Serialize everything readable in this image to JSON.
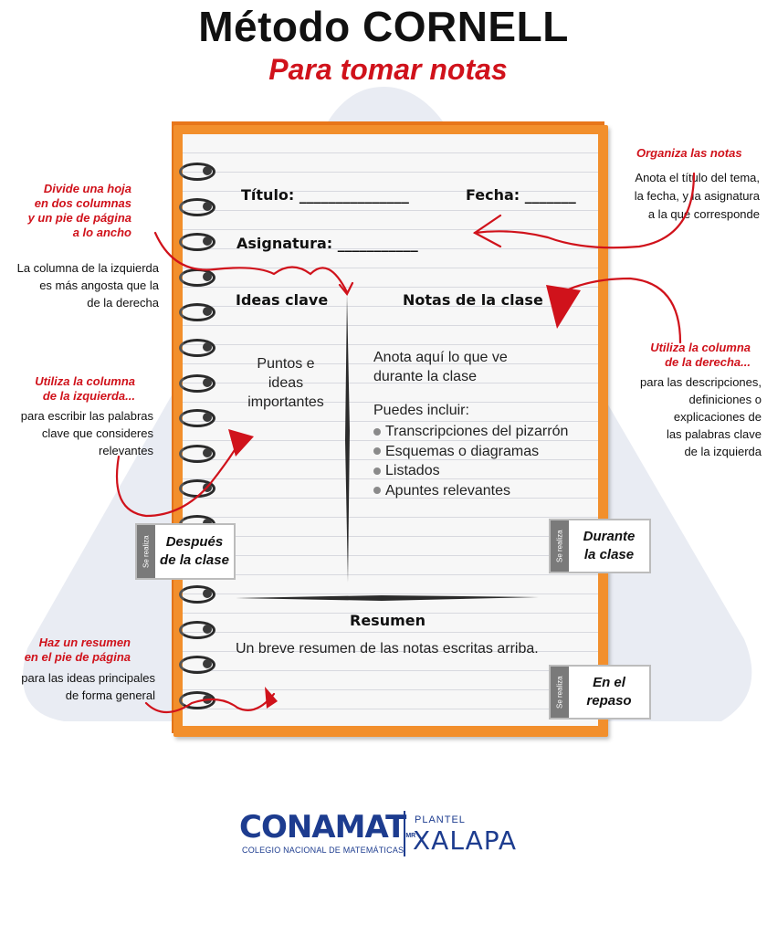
{
  "header": {
    "title": "Método CORNELL",
    "subtitle": "Para tomar notas"
  },
  "notebook": {
    "titulo_label": "Título: _______________",
    "fecha_label": "Fecha: _______",
    "asignatura_label": "Asignatura: ___________",
    "ideas_clave": "Ideas clave",
    "notas_clase": "Notas de la clase",
    "puntos_ideas": [
      "Puntos e",
      "ideas",
      "importantes"
    ],
    "anota_lines": [
      "Anota aquí lo que ve",
      "durante la clase"
    ],
    "puedes_incluir": "Puedes incluir:",
    "bullets": [
      "Transcripciones del pizarrón",
      "Esquemas o diagramas",
      "Listados",
      "Apuntes relevantes"
    ],
    "resumen": "Resumen",
    "resumen_text": "Un breve resumen de las notas escritas arriba."
  },
  "badges": {
    "tag": "Se realiza",
    "despues": [
      "Después",
      "de la clase"
    ],
    "durante": [
      "Durante",
      "la clase"
    ],
    "repaso": [
      "En el",
      "repaso"
    ]
  },
  "annotations": {
    "organiza_title": "Organiza las notas",
    "organiza_body": [
      "Anota el título del tema,",
      "la fecha, y la asignatura",
      "a la que corresponde"
    ],
    "divide_title": [
      "Divide una hoja",
      "en dos columnas",
      "y un pie de página",
      "a lo ancho"
    ],
    "divide_body": [
      "La columna de la izquierda",
      "es más angosta que la",
      "de la derecha"
    ],
    "izq_title": [
      "Utiliza la columna",
      "de la izquierda..."
    ],
    "izq_body": [
      "para escribir las palabras",
      "clave que consideres",
      "relevantes"
    ],
    "der_title": [
      "Utiliza la columna",
      "de la derecha..."
    ],
    "der_body": [
      "para las descripciones,",
      "definiciones o",
      "explicaciones de",
      "las palabras clave",
      "de la izquierda"
    ],
    "resumen_title": [
      "Haz un resumen",
      "en el pie de página"
    ],
    "resumen_body": [
      "para las ideas principales",
      "de forma general"
    ]
  },
  "logo": {
    "brand": "CONAMAT",
    "mr": "MR",
    "brand_sub": "COLEGIO NACIONAL DE MATEMÁTICAS",
    "plantel": "PLANTEL",
    "city": "XALAPA"
  },
  "colors": {
    "accent_red": "#d0121b",
    "notebook_orange": "#f28f2c",
    "brand_blue": "#1d3c8f",
    "background_shape": "#e9ecf3"
  },
  "icons": [
    "spiral-ring-icon",
    "curved-arrow-icon"
  ]
}
